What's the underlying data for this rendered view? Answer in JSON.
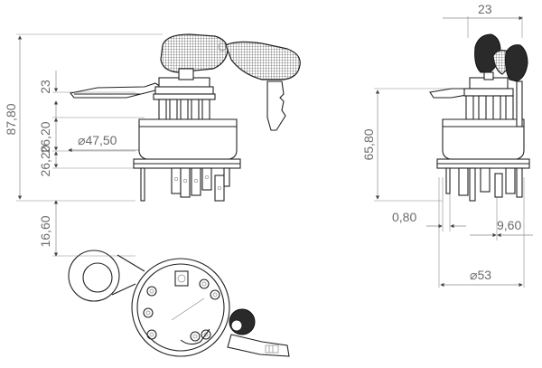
{
  "dimensions": {
    "front_height_total": "87,80",
    "front_top_offset": "23",
    "front_body_height": "26,20",
    "front_diameter": "47,50",
    "front_terminal_band": "26,20",
    "front_terminal_length": "16,60",
    "side_width_top": "23",
    "side_height": "65,80",
    "side_offset_small": "0,80",
    "side_offset_right": "9,60",
    "side_diameter": "53"
  },
  "colors": {
    "line": "#222222",
    "dimension_text": "#6b6b6b",
    "extension_line": "#8a8a8a"
  }
}
